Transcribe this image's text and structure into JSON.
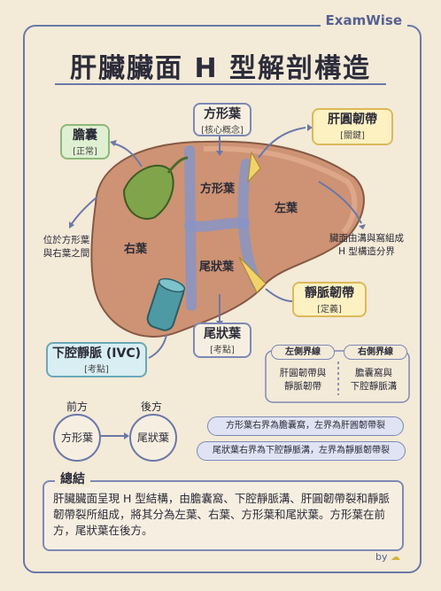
{
  "brand": "ExamWise",
  "title": "肝臟臟面 H 型解剖構造",
  "boxes": {
    "quadrate": {
      "main": "方形葉",
      "sub": "[核心概念]"
    },
    "round_lig": {
      "main": "肝圓韌帶",
      "sub": "[關鍵]"
    },
    "gallbladder": {
      "main": "膽囊",
      "sub": "[正常]"
    },
    "venous_lig": {
      "main": "靜脈韌帶",
      "sub": "[定義]"
    },
    "caudate": {
      "main": "尾狀葉",
      "sub": "[考點]"
    },
    "ivc": {
      "main": "下腔靜脈 (IVC)",
      "sub": "[考點]"
    }
  },
  "notes": {
    "gb_position": "位於方形葉\n與右葉之間",
    "h_boundary": "臟面由溝與窩組成\nH 型構造分界"
  },
  "liver_labels": {
    "quadrate": "方形葉",
    "left": "左葉",
    "right": "右葉",
    "caudate": "尾狀葉"
  },
  "borders": {
    "left_title": "左側界線",
    "right_title": "右側界線",
    "left_text": "肝圓韌帶與\n靜脈韌帶",
    "right_text": "膽囊窩與\n下腔靜脈溝"
  },
  "position": {
    "front": "前方",
    "back": "後方",
    "front_item": "方形葉",
    "back_item": "尾狀葉"
  },
  "facts": [
    "方形葉右界為膽囊窩，左界為肝圓韌帶裂",
    "尾狀葉右界為下腔靜脈溝，左界為靜脈韌帶裂"
  ],
  "summary": {
    "title": "總結",
    "text": "肝臟臟面呈現 H 型結構，由膽囊窩、下腔靜脈溝、肝圓韌帶裂和靜脈韌帶裂所組成，將其分為左葉、右葉、方形葉和尾狀葉。方形葉在前方，尾狀葉在後方。"
  },
  "byline": "by"
}
